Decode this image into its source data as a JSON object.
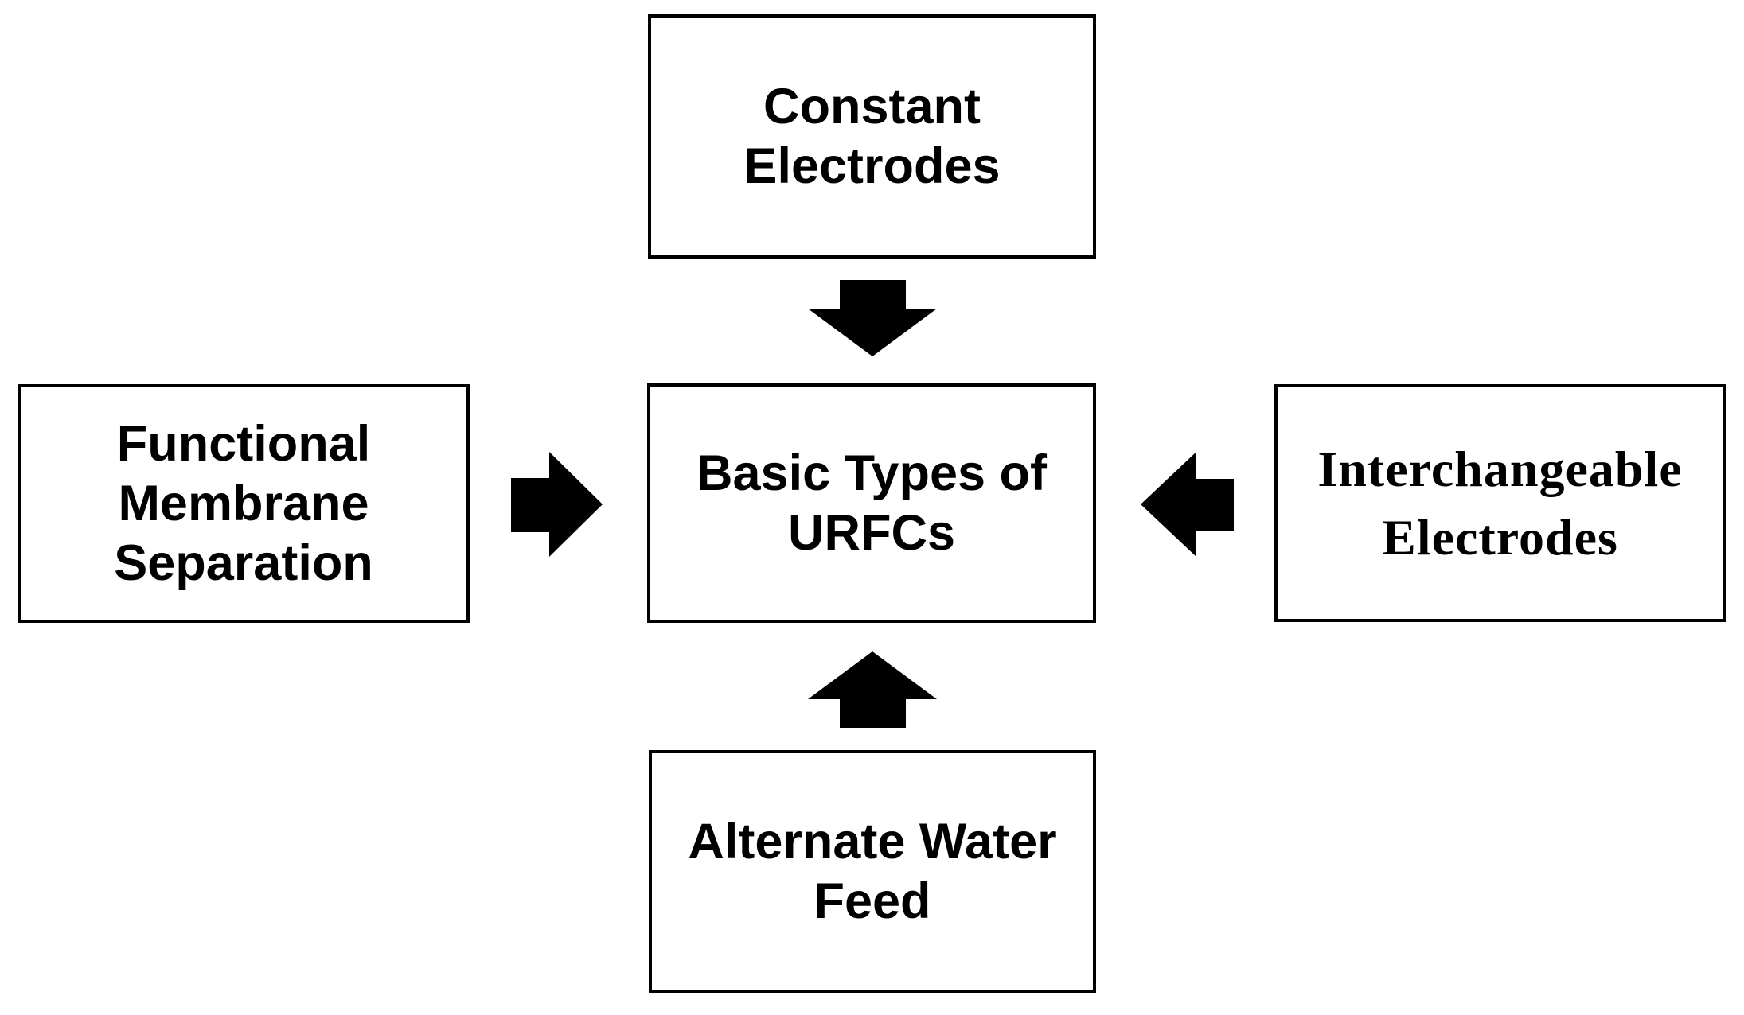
{
  "colors": {
    "background": "#ffffff",
    "box_border": "#000000",
    "text": "#000000",
    "arrow": "#000000"
  },
  "diagram": {
    "nodes": {
      "top": {
        "label": "Constant\nElectrodes"
      },
      "left": {
        "label": "Functional\nMembrane\nSeparation"
      },
      "center": {
        "label": "Basic Types of\nURFCs"
      },
      "right": {
        "label": "Interchangeable\nElectrodes"
      },
      "bottom": {
        "label": "Alternate Water\nFeed"
      }
    },
    "arrows": [
      {
        "from": "top",
        "to": "center",
        "direction": "down"
      },
      {
        "from": "left",
        "to": "center",
        "direction": "right"
      },
      {
        "from": "right",
        "to": "center",
        "direction": "left"
      },
      {
        "from": "bottom",
        "to": "center",
        "direction": "up"
      }
    ]
  }
}
